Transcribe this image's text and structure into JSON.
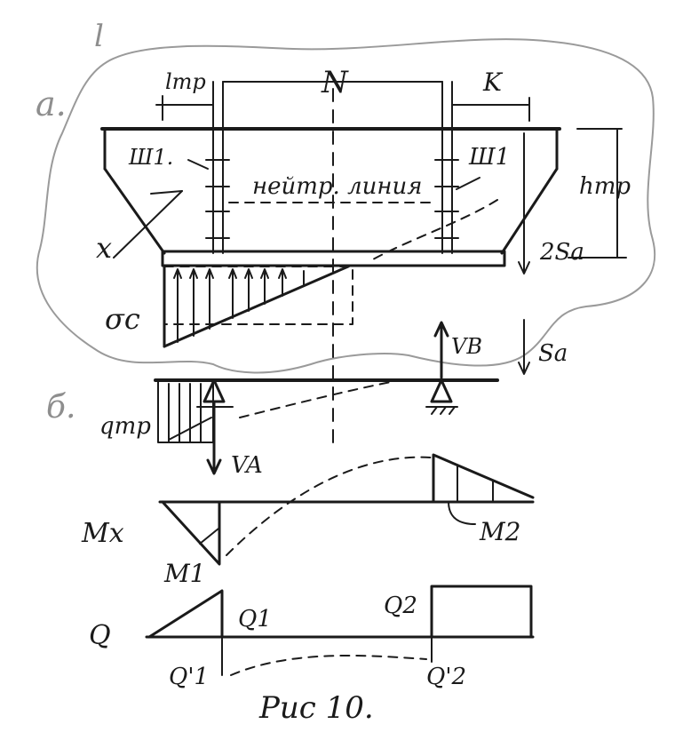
{
  "labels": {
    "top_pencil": "l",
    "part_a": "a.",
    "l_tr": "lтр",
    "n": "N",
    "k": "K",
    "sh1_left": "Ш1.",
    "sh1_right": "Ш1",
    "neutral_line": "нейтр. линия",
    "h_tr": "hтр",
    "x": "x",
    "two_sa": "2Sa",
    "sigma_c": "σc",
    "vb": "VB",
    "sa": "Sa",
    "part_b": "б.",
    "q_tr": "qтр",
    "va": "VA",
    "mx": "Mx",
    "m2": "M2",
    "m1": "M1",
    "q": "Q",
    "q1": "Q1",
    "q2": "Q2",
    "q1_prime": "Q'1",
    "q2_prime": "Q'2",
    "caption": "Рис 10."
  }
}
